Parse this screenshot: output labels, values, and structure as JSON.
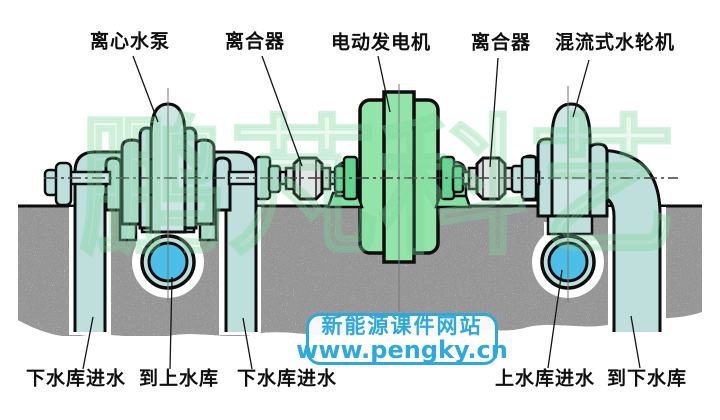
{
  "diagram": {
    "type": "pumped-storage-unit-schematic",
    "top_labels": [
      "离心水泵",
      "离合器",
      "电动发电机",
      "离合器",
      "混流式水轮机"
    ],
    "bottom_labels": [
      "下水库进水",
      "到上水库",
      "下水库进水",
      "上水库进水",
      "到下水库"
    ],
    "watermark": {
      "line1": "新能源课件网站",
      "line2": "www.pengky.cn",
      "background_text": "鹏芃科艺"
    }
  },
  "colors": {
    "teal": "#BEDFDC",
    "teal-light": "#CBE6E3",
    "green": "#92E4A8",
    "green-mid": "#84DFA0",
    "green-dark": "#63D490",
    "gray-clutch": "#D8DCDB",
    "gray-clutch-light": "#E2E6E5",
    "blue-water": "#4BBFE7",
    "outline": "#0d0d0d",
    "badge-blue": "#2EA9DD",
    "centerline": "#3f3f3f"
  }
}
